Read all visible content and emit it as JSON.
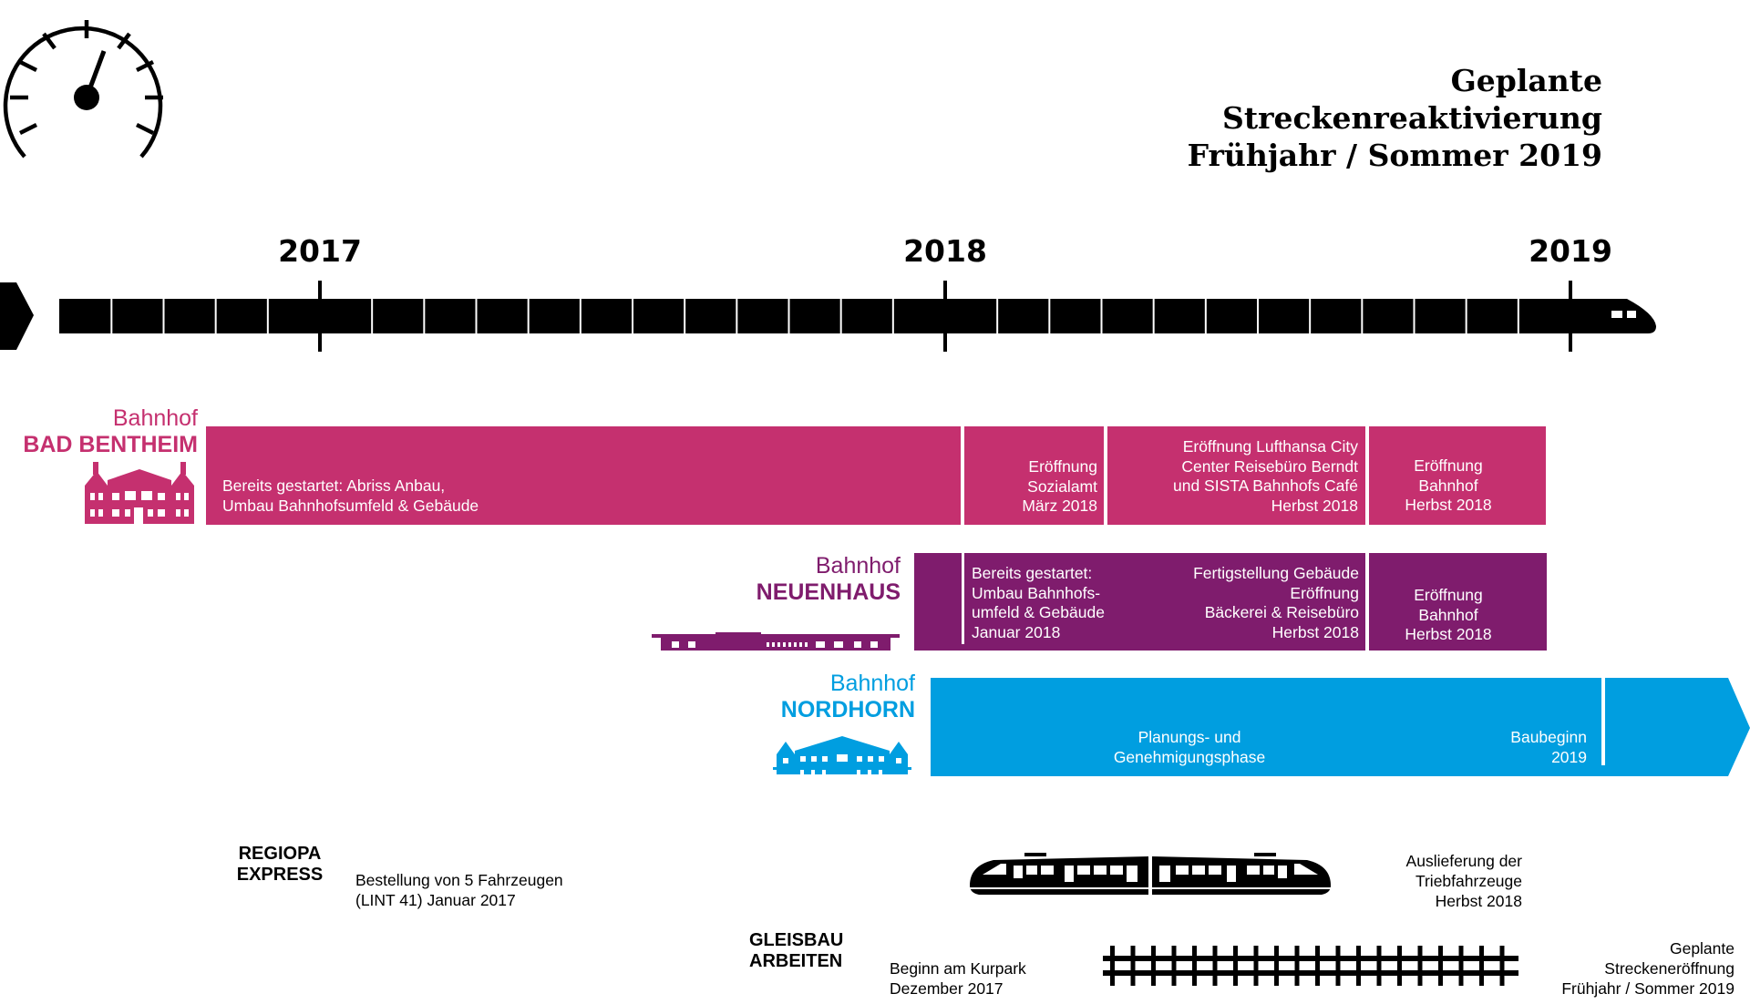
{
  "title": {
    "line1": "Geplante",
    "line2": "Streckenreaktivierung",
    "line3": "Frühjahr / Sommer 2019"
  },
  "timeline": {
    "years": [
      "2017",
      "2018",
      "2019"
    ]
  },
  "colors": {
    "bentheim": "#c5306f",
    "neuenhaus": "#7f1c6d",
    "nordhorn": "#009ee0",
    "black": "#000000"
  },
  "stations": {
    "bentheim": {
      "prefix": "Bahnhof",
      "name": "BAD BENTHEIM",
      "segments": [
        {
          "lines": [
            "Bereits gestartet: Abriss Anbau,",
            "Umbau Bahnhofsumfeld & Gebäude"
          ]
        },
        {
          "lines": [
            "Eröffnung",
            "Sozialamt",
            "März 2018"
          ]
        },
        {
          "lines": [
            "Eröffnung Lufthansa City",
            "Center Reisebüro Berndt",
            "und SISTA Bahnhofs Café",
            "Herbst 2018"
          ]
        },
        {
          "lines": [
            "Eröffnung",
            "Bahnhof",
            "Herbst 2018"
          ]
        }
      ]
    },
    "neuenhaus": {
      "prefix": "Bahnhof",
      "name": "NEUENHAUS",
      "segments": [
        {
          "lines": [
            "Bereits gestartet:",
            "Umbau  Bahnhofs-",
            "umfeld & Gebäude",
            "Januar 2018"
          ]
        },
        {
          "lines": [
            "Fertigstellung Gebäude",
            "Eröffnung",
            "Bäckerei & Reisebüro",
            "Herbst 2018"
          ]
        },
        {
          "lines": [
            "Eröffnung",
            "Bahnhof",
            "Herbst 2018"
          ]
        }
      ]
    },
    "nordhorn": {
      "prefix": "Bahnhof",
      "name": "NORDHORN",
      "segments": [
        {
          "lines": [
            "Planungs- und",
            "Genehmigungsphase"
          ]
        },
        {
          "lines": [
            "Baubeginn",
            "2019"
          ]
        }
      ]
    }
  },
  "regio": {
    "heading": [
      "REGIOPA",
      "EXPRESS"
    ],
    "order": [
      "Bestellung von 5 Fahrzeugen",
      "(LINT 41)  Januar 2017"
    ],
    "delivery": [
      "Auslieferung der",
      "Triebfahrzeuge",
      "Herbst 2018"
    ]
  },
  "gleisbau": {
    "heading": [
      "GLEISBAU",
      "ARBEITEN"
    ],
    "start": [
      "Beginn am Kurpark",
      "Dezember 2017"
    ],
    "opening": [
      "Geplante",
      "Streckeneröffnung",
      "Frühjahr / Sommer 2019"
    ]
  }
}
